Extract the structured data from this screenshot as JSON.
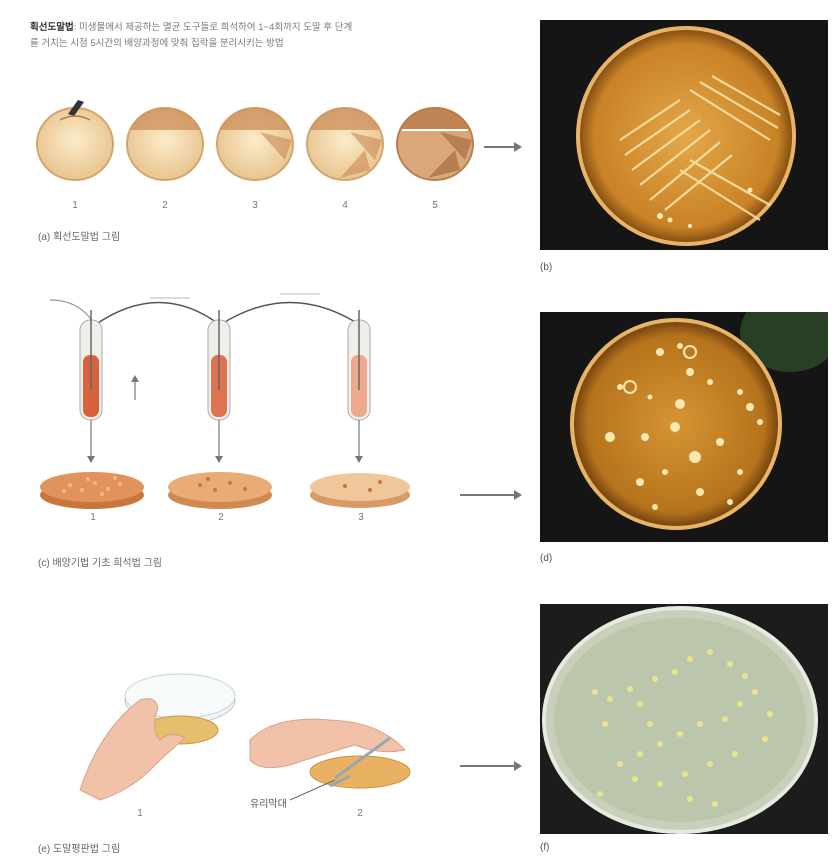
{
  "intro": {
    "term": "획선도말법",
    "text": ": 미생물에서 제공하는 멸균 도구들로 희석하여 1~4회까지 도말 후 단계를 거치는 시점 5시간의 배양과정에 맞춰 집락을 분리시키는 방법"
  },
  "section_a": {
    "step_numbers": [
      "1",
      "2",
      "3",
      "4",
      "5"
    ],
    "caption": "(a) 획선도말법 그림",
    "photo_label": "(b)"
  },
  "section_b": {
    "step_numbers": [
      "1",
      "2",
      "3"
    ],
    "caption": "(c) 배양기법 기초 희석법 그림",
    "photo_label": "(d)"
  },
  "section_c": {
    "step_numbers": [
      "1",
      "2"
    ],
    "pointer_label": "유리막대",
    "caption": "(e) 도말평판법 그림",
    "photo_label": "(f)"
  },
  "colors": {
    "agar_light": "#f2dcb2",
    "agar_mid": "#e9c48f",
    "tube_fill": "#d9623e",
    "plate_orange": "#e0935a",
    "photo_bg": "#151515"
  }
}
